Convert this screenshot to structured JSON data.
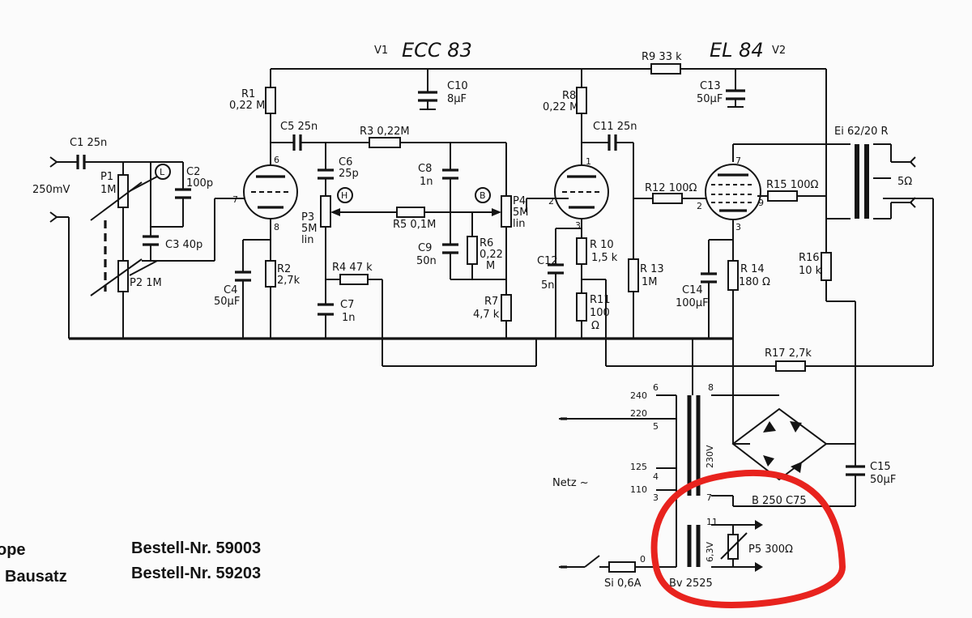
{
  "header": {
    "v1": "V1",
    "v1_type": "ECC 83",
    "v2_type": "EL 84",
    "v2": "V2"
  },
  "input": {
    "level": "250mV"
  },
  "components": {
    "c1": "C1 25n",
    "p1": "P1",
    "p1_val": "1M",
    "l_mark": "L",
    "c2": "C2",
    "c2_val": "100p",
    "c3": "C3 40p",
    "p2": "P2 1M",
    "r1": "R1",
    "r1_val": "0,22 M",
    "c5": "C5 25n",
    "c6": "C6",
    "c6_val": "25p",
    "h_mark": "H",
    "p3": "P3",
    "p3_val": "5M",
    "p3_lin": "lin",
    "r3": "R3 0,22M",
    "c8": "C8",
    "c8_val": "1n",
    "b_mark": "B",
    "p4": "P4",
    "p4_val": "5M",
    "p4_lin": "lin",
    "r5": "R5 0,1M",
    "c9": "C9",
    "c9_val": "50n",
    "r6": "R6",
    "r6_val": "0,22",
    "r6_unit": "M",
    "r4": "R4 47 k",
    "c7": "C7",
    "c7_val": "1n",
    "r2": "R2",
    "r2_val": "2,7k",
    "c4": "C4",
    "c4_val": "50µF",
    "r7": "R7",
    "r7_val": "4,7 k",
    "c10": "C10",
    "c10_val": "8µF",
    "r9": "R9 33 k",
    "c13": "C13",
    "c13_val": "50µF",
    "r8": "R8",
    "r8_val": "0,22 M",
    "c11": "C11 25n",
    "r12": "R12 100Ω",
    "r15": "R15 100Ω",
    "tr_out": "Ei 62/20 R",
    "spk": "5Ω",
    "c12": "C12",
    "c12_val": "5n",
    "r10": "R 10",
    "r10_val": "1,5 k",
    "r11": "R11",
    "r11_val": "100",
    "r11_unit": "Ω",
    "r13": "R 13",
    "r13_val": "1M",
    "c14": "C14",
    "c14_val": "100µF",
    "r14": "R 14",
    "r14_val": "180 Ω",
    "r16": "R16",
    "r16_val": "10 k",
    "r17": "R17 2,7k",
    "t_240": "240",
    "t_220": "220",
    "t_125": "125",
    "t_110": "110",
    "t_0": "0",
    "netz": "Netz ~",
    "sec_hv": "230V",
    "sec_fil": "6,3V",
    "rect": "B 250 C75",
    "c15": "C15",
    "c15_val": "50µF",
    "p5": "P5 300Ω",
    "fuse": "Si 0,6A",
    "tr_mains": "Bv 2525",
    "pin_6": "6",
    "pin_7": "7",
    "pin_8": "8",
    "pin_1": "1",
    "pin_2": "2",
    "pin_3": "3",
    "pin_9": "9",
    "tp_6": "6",
    "tp_8": "8",
    "tp_5": "5",
    "tp_4": "4",
    "tp_3": "3",
    "tp_7": "7",
    "tp_11": "11",
    "tp_0": "0"
  },
  "footer": {
    "left_1": "ope",
    "left_2": "Bausatz",
    "order_1": "Bestell-Nr. 59003",
    "order_2": "Bestell-Nr. 59203"
  },
  "colors": {
    "ink": "#141414",
    "paper": "#fbfbfb",
    "annotation": "#e8231e"
  }
}
